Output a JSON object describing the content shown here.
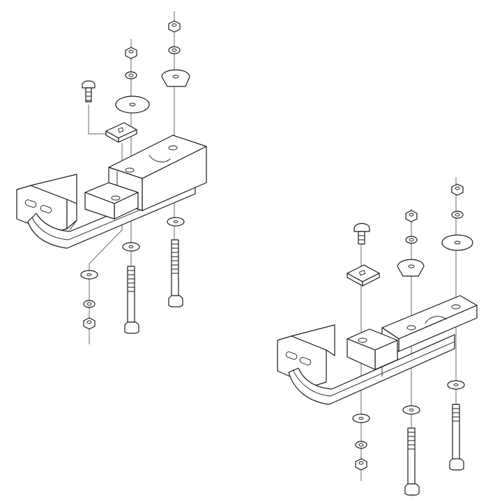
{
  "figure": {
    "description_visible_text": "",
    "colors": {
      "line": "#1a1a1a",
      "background": "#ffffff"
    },
    "assemblies": [
      {
        "id": "left",
        "parts": [
          "bracket",
          "tube",
          "carriage-bolt",
          "square-washer",
          "hex-bolt",
          "flat-washer",
          "lock-washer",
          "hex-nut",
          "fender-washer"
        ]
      },
      {
        "id": "right",
        "parts": [
          "bracket",
          "tube",
          "carriage-bolt",
          "square-washer",
          "hex-bolt",
          "flat-washer",
          "lock-washer",
          "hex-nut",
          "fender-washer"
        ]
      }
    ]
  }
}
